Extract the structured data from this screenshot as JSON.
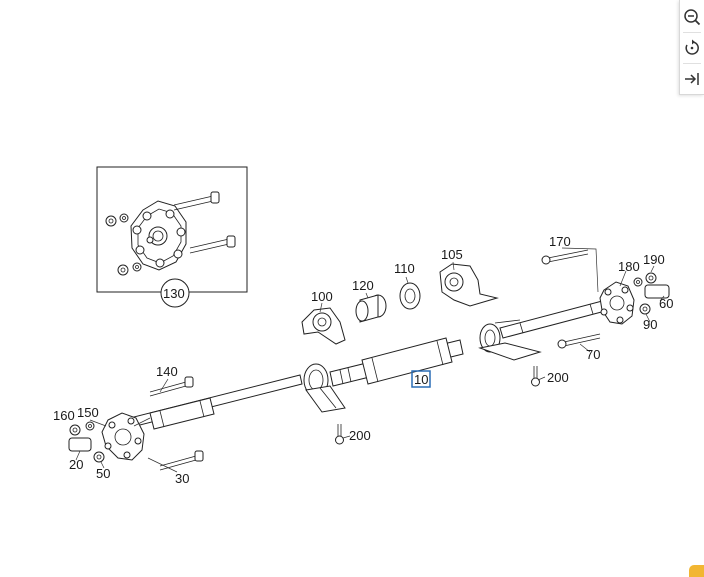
{
  "diagram": {
    "labels": {
      "l10": "10",
      "l20": "20",
      "l30": "30",
      "l50": "50",
      "l60": "60",
      "l70": "70",
      "l90": "90",
      "l100": "100",
      "l105": "105",
      "l110": "110",
      "l120": "120",
      "l130": "130",
      "l140": "140",
      "l150": "150",
      "l160": "160",
      "l170": "170",
      "l180": "180",
      "l190": "190",
      "l200a": "200",
      "l200b": "200"
    },
    "selected_part": "10",
    "highlight_color": "#2a6db5"
  },
  "toolbar": {
    "zoom_out_icon": "zoom-out-icon",
    "rotate_icon": "rotate-icon",
    "collapse_icon": "collapse-arrow-icon"
  },
  "accent": "#f2b632"
}
